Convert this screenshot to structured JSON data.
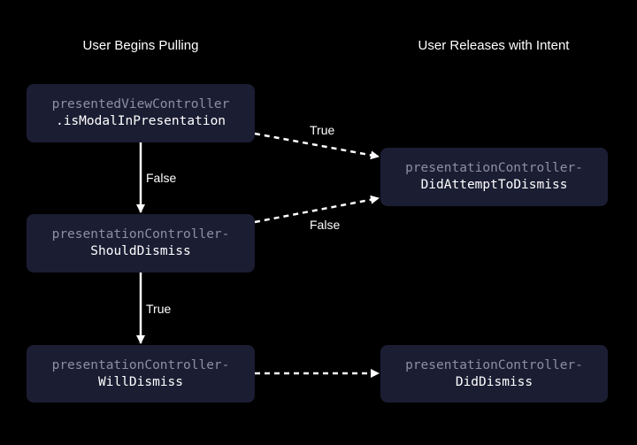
{
  "columns": {
    "left_title": "User Begins Pulling",
    "right_title": "User Releases with Intent"
  },
  "nodes": {
    "modal": {
      "line1": "presentedViewController",
      "line2": ".isModalInPresentation"
    },
    "should": {
      "line1": "presentationController-",
      "line2": "ShouldDismiss"
    },
    "will": {
      "line1": "presentationController-",
      "line2": "WillDismiss"
    },
    "attempt": {
      "line1": "presentationController-",
      "line2": "DidAttemptToDismiss"
    },
    "did": {
      "line1": "presentationController-",
      "line2": "DidDismiss"
    }
  },
  "edges": {
    "modal_to_should": "False",
    "should_to_will": "True",
    "modal_to_attempt": "True",
    "should_to_attempt": "False"
  },
  "colors": {
    "background": "#000000",
    "box": "#1b1d33",
    "muted_text": "#8d90a4",
    "text": "#ffffff"
  }
}
